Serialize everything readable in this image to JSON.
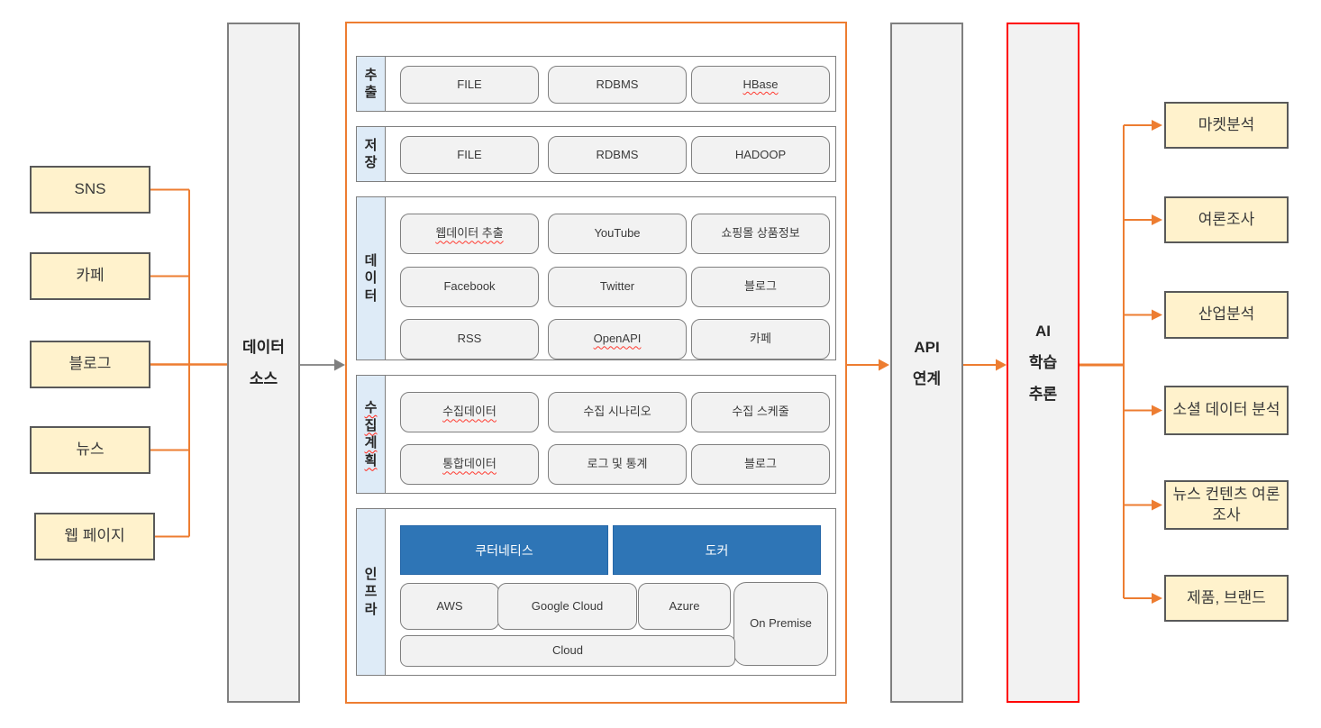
{
  "sources": [
    {
      "label": "SNS"
    },
    {
      "label": "카페"
    },
    {
      "label": "블로그"
    },
    {
      "label": "뉴스"
    },
    {
      "label": "웹 페이지"
    }
  ],
  "data_source": {
    "line1": "데이터",
    "line2": "소스"
  },
  "pipeline": {
    "rows": [
      {
        "label": "추출",
        "items": [
          [
            "FILE",
            "RDBMS",
            "HBase"
          ]
        ]
      },
      {
        "label": "저장",
        "items": [
          [
            "FILE",
            "RDBMS",
            "HADOOP"
          ]
        ]
      },
      {
        "label": "데이터",
        "items": [
          [
            "웹데이터 추출",
            "YouTube",
            "쇼핑몰 상품정보"
          ],
          [
            "Facebook",
            "Twitter",
            "블로그"
          ],
          [
            "RSS",
            "OpenAPI",
            "카페"
          ]
        ]
      },
      {
        "label": "수집계획",
        "items": [
          [
            "수집데이터",
            "수집 시나리오",
            "수집 스케줄"
          ],
          [
            "통합데이터",
            "로그 및 통계",
            "블로그"
          ]
        ]
      },
      {
        "label": "인프라"
      }
    ],
    "infra": {
      "containers": [
        "쿠터네티스",
        "도커"
      ],
      "clouds": [
        "AWS",
        "Google Cloud",
        "Azure"
      ],
      "on_premise": "On Premise",
      "cloud": "Cloud"
    }
  },
  "api_link": {
    "line1": "API",
    "line2": "연계"
  },
  "ai": {
    "line1": "AI",
    "line2": "학습",
    "line3": "추론"
  },
  "outputs": [
    {
      "label": "마켓분석"
    },
    {
      "label": "여론조사"
    },
    {
      "label": "산업분석"
    },
    {
      "label": "소셜 데이터 분석"
    },
    {
      "label": "뉴스 컨텐츠 여론조사"
    },
    {
      "label": "제품, 브랜드"
    }
  ],
  "colors": {
    "accent_orange": "#ED7D31",
    "highlight_red": "#FF0000",
    "node_yellow": "#FFF2CC",
    "label_blue": "#DEEBF7",
    "container_blue": "#2E75B6",
    "box_gray": "#F2F2F2",
    "line_gray": "#7F7F7F"
  }
}
